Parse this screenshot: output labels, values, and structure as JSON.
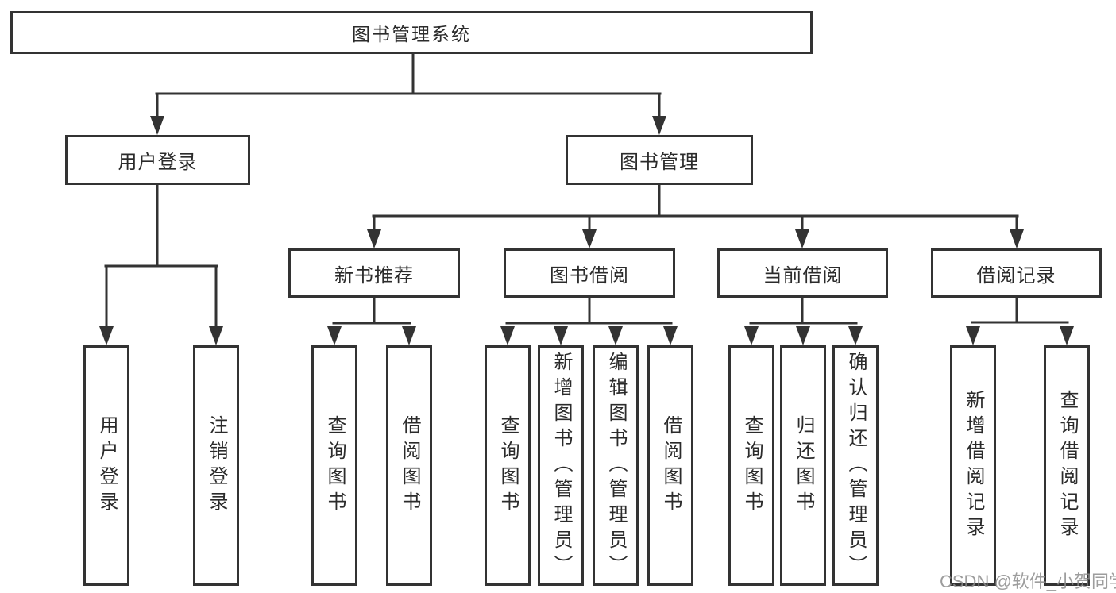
{
  "diagram": {
    "type": "tree",
    "root": "图书管理系统",
    "level2": [
      "用户登录",
      "图书管理"
    ],
    "level3": [
      "新书推荐",
      "图书借阅",
      "当前借阅",
      "借阅记录"
    ],
    "leaves": [
      "用户登录",
      "注销登录",
      "查询图书",
      "借阅图书",
      "查询图书",
      "新增图书（管理员）",
      "编辑图书（管理员）",
      "借阅图书",
      "查询图书",
      "归还图书",
      "确认归还（管理员）",
      "新增借阅记录",
      "查询借阅记录"
    ],
    "hierarchy": {
      "用户登录": [
        "用户登录",
        "注销登录"
      ],
      "图书管理": [
        "新书推荐",
        "图书借阅",
        "当前借阅",
        "借阅记录"
      ],
      "新书推荐": [
        "查询图书",
        "借阅图书"
      ],
      "图书借阅": [
        "查询图书",
        "新增图书（管理员）",
        "编辑图书（管理员）",
        "借阅图书"
      ],
      "当前借阅": [
        "查询图书",
        "归还图书",
        "确认归还（管理员）"
      ],
      "借阅记录": [
        "新增借阅记录",
        "查询借阅记录"
      ]
    },
    "colors": {
      "line": "#333333",
      "border": "#333333",
      "text": "#2b2b2b",
      "background": "#ffffff",
      "watermark": "#8c8c8c"
    }
  },
  "watermark": "CSDN @软件_小贺同学"
}
